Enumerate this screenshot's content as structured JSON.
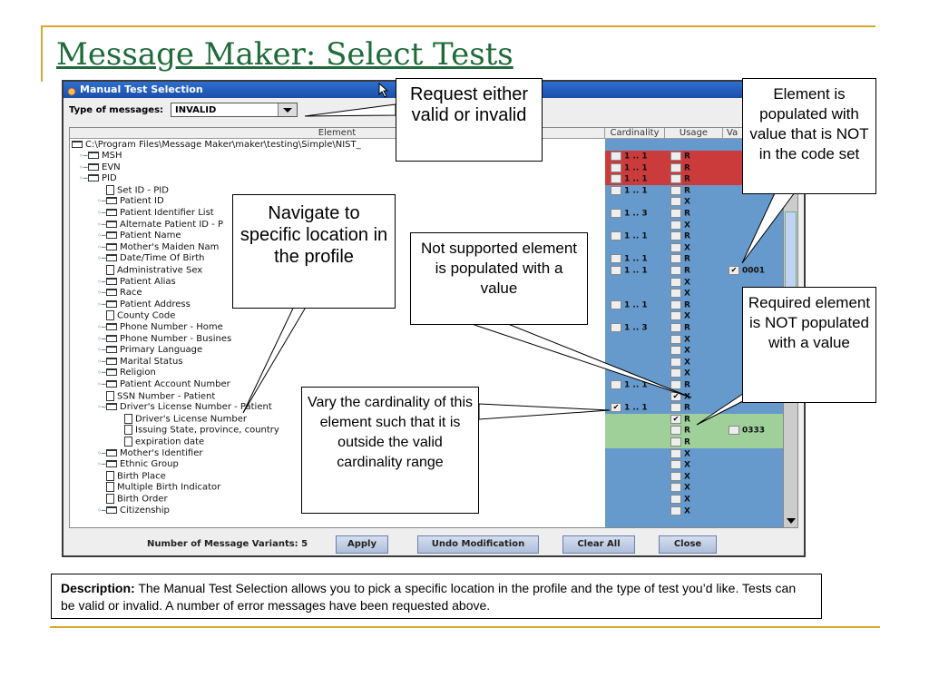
{
  "slide": {
    "title": "Message Maker: Select Tests",
    "description_label": "Description:",
    "description_text": "The Manual Test Selection allows you to pick a specific location in the profile and the type of test you’d like. Tests can be valid or invalid. A number of error messages have been requested above."
  },
  "window": {
    "title": "Manual Test Selection",
    "type_label": "Type of messages:",
    "type_value": "INVALID",
    "columns": {
      "element": "Element",
      "cardinality": "Cardinality",
      "usage": "Usage",
      "value": "Va"
    },
    "path": "C:\\Program Files\\Message Maker\\maker\\testing\\Simple\\NIST_",
    "tree": [
      {
        "label": "MSH",
        "card": "1 .. 1",
        "usage": "R",
        "bg": "red"
      },
      {
        "label": "EVN",
        "card": "1 .. 1",
        "usage": "R",
        "bg": "red"
      },
      {
        "label": "PID",
        "card": "1 .. 1",
        "usage": "R",
        "bg": "red"
      },
      {
        "label": "Set ID - PID",
        "card": "1 .. 1",
        "usage": "R",
        "bg": "blue"
      },
      {
        "label": "Patient ID",
        "card": "",
        "usage": "X",
        "bg": "blue"
      },
      {
        "label": "Patient Identifier List",
        "card": "1 .. 3",
        "usage": "R",
        "bg": "blue"
      },
      {
        "label": "Alternate Patient ID - P",
        "card": "",
        "usage": "X",
        "bg": "blue"
      },
      {
        "label": "Patient Name",
        "card": "1 .. 1",
        "usage": "R",
        "bg": "blue"
      },
      {
        "label": "Mother's Maiden Nam",
        "card": "",
        "usage": "X",
        "bg": "blue"
      },
      {
        "label": "Date/Time Of Birth",
        "card": "1 .. 1",
        "usage": "R",
        "bg": "blue"
      },
      {
        "label": "Administrative Sex",
        "card": "1 .. 1",
        "usage": "R",
        "bg": "blue",
        "value": "0001"
      },
      {
        "label": "Patient Alias",
        "card": "",
        "usage": "X",
        "bg": "blue"
      },
      {
        "label": "Race",
        "card": "",
        "usage": "X",
        "bg": "blue"
      },
      {
        "label": "Patient Address",
        "card": "1 .. 1",
        "usage": "R",
        "bg": "blue"
      },
      {
        "label": "County Code",
        "card": "",
        "usage": "X",
        "bg": "blue"
      },
      {
        "label": "Phone Number - Home",
        "card": "1 .. 3",
        "usage": "R",
        "bg": "blue"
      },
      {
        "label": "Phone Number - Busines",
        "card": "",
        "usage": "X",
        "bg": "blue"
      },
      {
        "label": "Primary Language",
        "card": "",
        "usage": "X",
        "bg": "blue"
      },
      {
        "label": "Marital Status",
        "card": "",
        "usage": "X",
        "bg": "blue"
      },
      {
        "label": "Religion",
        "card": "",
        "usage": "X",
        "bg": "blue"
      },
      {
        "label": "Patient Account Number",
        "card": "1 .. 1",
        "usage": "R",
        "bg": "blue"
      },
      {
        "label": "SSN Number - Patient",
        "card": "",
        "usage": "X",
        "bg": "blue"
      },
      {
        "label": "Driver's License Number - Patient",
        "card": "1 .. 1",
        "usage": "R",
        "bg": "blue"
      },
      {
        "label": "Driver's License Number",
        "card": "",
        "usage": "R",
        "bg": "green"
      },
      {
        "label": "Issuing State, province, country",
        "card": "",
        "usage": "R",
        "bg": "green",
        "value": "0333"
      },
      {
        "label": "expiration date",
        "card": "",
        "usage": "R",
        "bg": "green"
      },
      {
        "label": "Mother's Identifier",
        "card": "",
        "usage": "X",
        "bg": "blue"
      },
      {
        "label": "Ethnic Group",
        "card": "",
        "usage": "X",
        "bg": "blue"
      },
      {
        "label": "Birth Place",
        "card": "",
        "usage": "X",
        "bg": "blue"
      },
      {
        "label": "Multiple Birth Indicator",
        "card": "",
        "usage": "X",
        "bg": "blue"
      },
      {
        "label": "Birth Order",
        "card": "",
        "usage": "X",
        "bg": "blue"
      },
      {
        "label": "Citizenship",
        "card": "",
        "usage": "X",
        "bg": "blue"
      }
    ],
    "variants": "Number of Message Variants: 5",
    "buttons": {
      "apply": "Apply",
      "undo": "Undo Modification",
      "clear": "Clear All",
      "close": "Close"
    }
  },
  "callouts": {
    "request": "Request either valid or invalid",
    "element_not_code": "Element is populated with value that is NOT in the code set",
    "navigate": "Navigate to specific location in the profile",
    "not_supported": "Not supported element is populated with a value",
    "required": "Required element is NOT populated with a value",
    "cardinality": "Vary the cardinality of this element such that it is outside the valid cardinality range"
  },
  "colors": {
    "red": "#cc3b3b",
    "blue": "#6699cc",
    "green": "#9fd09a",
    "title": "#1f6b3a",
    "rule": "#d9a52b"
  }
}
